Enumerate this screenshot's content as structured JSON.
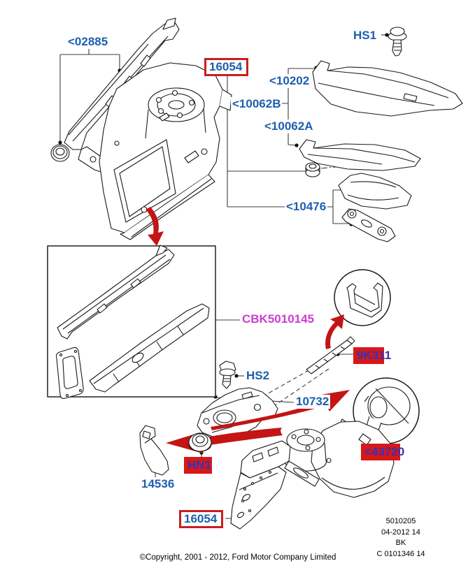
{
  "labels": {
    "p02885": "<02885",
    "hs1": "HS1",
    "p16054_top": "16054",
    "p10202": "<10202",
    "p10062b": "<10062B",
    "p10062a": "<10062A",
    "p10476": "<10476",
    "cbk": "CBK5010145",
    "hs2": "HS2",
    "p9k311": "9K311",
    "p10732": "10732",
    "p43720": "<43720",
    "hn1": "HN1",
    "p14536": "14536",
    "p16054_bottom": "16054"
  },
  "plate": {
    "line1": "5010205",
    "line2": "04-2012 14",
    "line3": "BK",
    "line4": "C 0101346 14"
  },
  "copyright": "©Copyright, 2001 - 2012, Ford Motor Company Limited",
  "colors": {
    "label_blue": "#1e5fae",
    "magenta": "#cf3ccf",
    "highlight_red": "#c81e1e",
    "arrow_red": "#c41414",
    "line_black": "#1a1a1a"
  }
}
